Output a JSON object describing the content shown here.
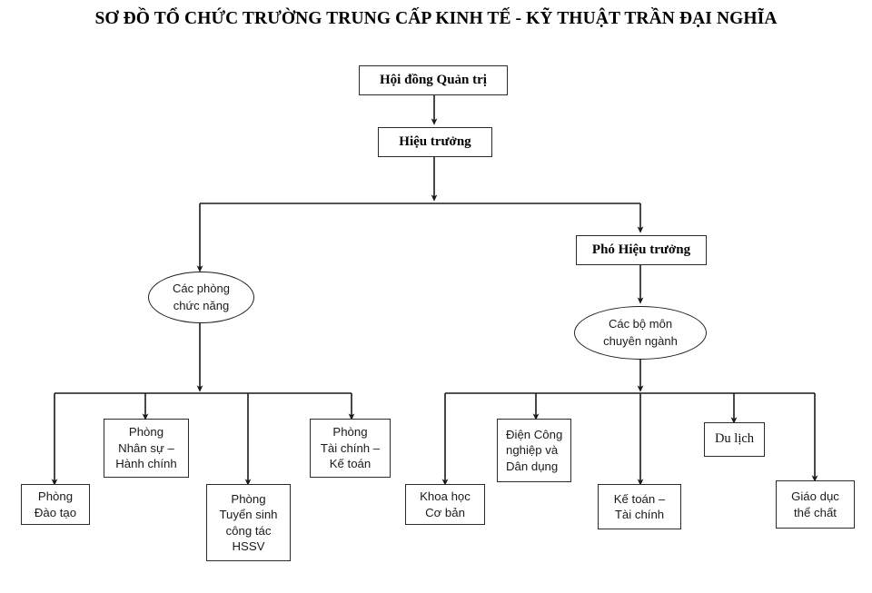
{
  "title": "SƠ ĐỒ TỔ CHỨC TRƯỜNG TRUNG CẤP KINH TẾ - KỸ THUẬT TRẦN ĐẠI NGHĨA",
  "colors": {
    "background": "#ffffff",
    "box_border": "#2b2b2b",
    "ellipse_border": "#1d1d1d",
    "connector": "#1a1a1a",
    "title_text": "#000000",
    "node_text": "#1a1a1a"
  },
  "nodes": {
    "board": {
      "label": "Hội đồng Quản trị"
    },
    "principal": {
      "label": "Hiệu trưởng"
    },
    "vice_principal": {
      "label": "Phó Hiệu trưởng"
    },
    "functional_group": {
      "line1": "Các phòng",
      "line2": "chức năng"
    },
    "department_group": {
      "line1": "Các bộ môn",
      "line2": "chuyên ngành"
    }
  },
  "functional_units": [
    {
      "line1": "Phòng",
      "line2": "Đào tạo",
      "line3": "",
      "line4": ""
    },
    {
      "line1": "Phòng",
      "line2": "Nhân sự –",
      "line3": "Hành chính",
      "line4": ""
    },
    {
      "line1": "Phòng",
      "line2": "Tuyển sinh",
      "line3": "công tác",
      "line4": "HSSV"
    },
    {
      "line1": "Phòng",
      "line2": "Tài chính –",
      "line3": "Kế toán",
      "line4": ""
    }
  ],
  "specialized_units": [
    {
      "line1": "Khoa học",
      "line2": "Cơ bản",
      "line3": ""
    },
    {
      "line1": "Điện Công",
      "line2": "nghiệp và",
      "line3": "Dân dụng"
    },
    {
      "line1": "Kế toán –",
      "line2": "Tài chính",
      "line3": ""
    },
    {
      "line1": "Du lịch",
      "line2": "",
      "line3": ""
    },
    {
      "line1": "Giáo dục",
      "line2": "thể chất",
      "line3": ""
    }
  ],
  "chart_data": {
    "type": "diagram",
    "diagram_kind": "organizational-chart",
    "title": "SƠ ĐỒ TỔ CHỨC TRƯỜNG TRUNG CẤP KINH TẾ - KỸ THUẬT TRẦN ĐẠI NGHĨA",
    "levels": [
      {
        "level": 1,
        "nodes": [
          "Hội đồng Quản trị"
        ]
      },
      {
        "level": 2,
        "nodes": [
          "Hiệu trưởng"
        ]
      },
      {
        "level": 3,
        "nodes": [
          "Các phòng chức năng",
          "Phó Hiệu trưởng"
        ]
      },
      {
        "level": 4,
        "nodes": [
          "Các bộ môn chuyên ngành"
        ]
      },
      {
        "level": 5,
        "nodes": [
          "Phòng Đào tạo",
          "Phòng Nhân sự – Hành chính",
          "Phòng Tuyển sinh công tác HSSV",
          "Phòng Tài chính – Kế toán",
          "Khoa học Cơ bản",
          "Điện Công nghiệp và Dân dụng",
          "Kế toán – Tài chính",
          "Du lịch",
          "Giáo dục thể chất"
        ]
      }
    ],
    "edges": [
      {
        "from": "Hội đồng Quản trị",
        "to": "Hiệu trưởng"
      },
      {
        "from": "Hiệu trưởng",
        "to": "Các phòng chức năng"
      },
      {
        "from": "Hiệu trưởng",
        "to": "Phó Hiệu trưởng"
      },
      {
        "from": "Phó Hiệu trưởng",
        "to": "Các bộ môn chuyên ngành"
      },
      {
        "from": "Các phòng chức năng",
        "to": "Phòng Đào tạo"
      },
      {
        "from": "Các phòng chức năng",
        "to": "Phòng Nhân sự – Hành chính"
      },
      {
        "from": "Các phòng chức năng",
        "to": "Phòng Tuyển sinh công tác HSSV"
      },
      {
        "from": "Các phòng chức năng",
        "to": "Phòng Tài chính – Kế toán"
      },
      {
        "from": "Các bộ môn chuyên ngành",
        "to": "Khoa học Cơ bản"
      },
      {
        "from": "Các bộ môn chuyên ngành",
        "to": "Điện Công nghiệp và Dân dụng"
      },
      {
        "from": "Các bộ môn chuyên ngành",
        "to": "Kế toán – Tài chính"
      },
      {
        "from": "Các bộ môn chuyên ngành",
        "to": "Du lịch"
      },
      {
        "from": "Các bộ môn chuyên ngành",
        "to": "Giáo dục thể chất"
      }
    ]
  }
}
